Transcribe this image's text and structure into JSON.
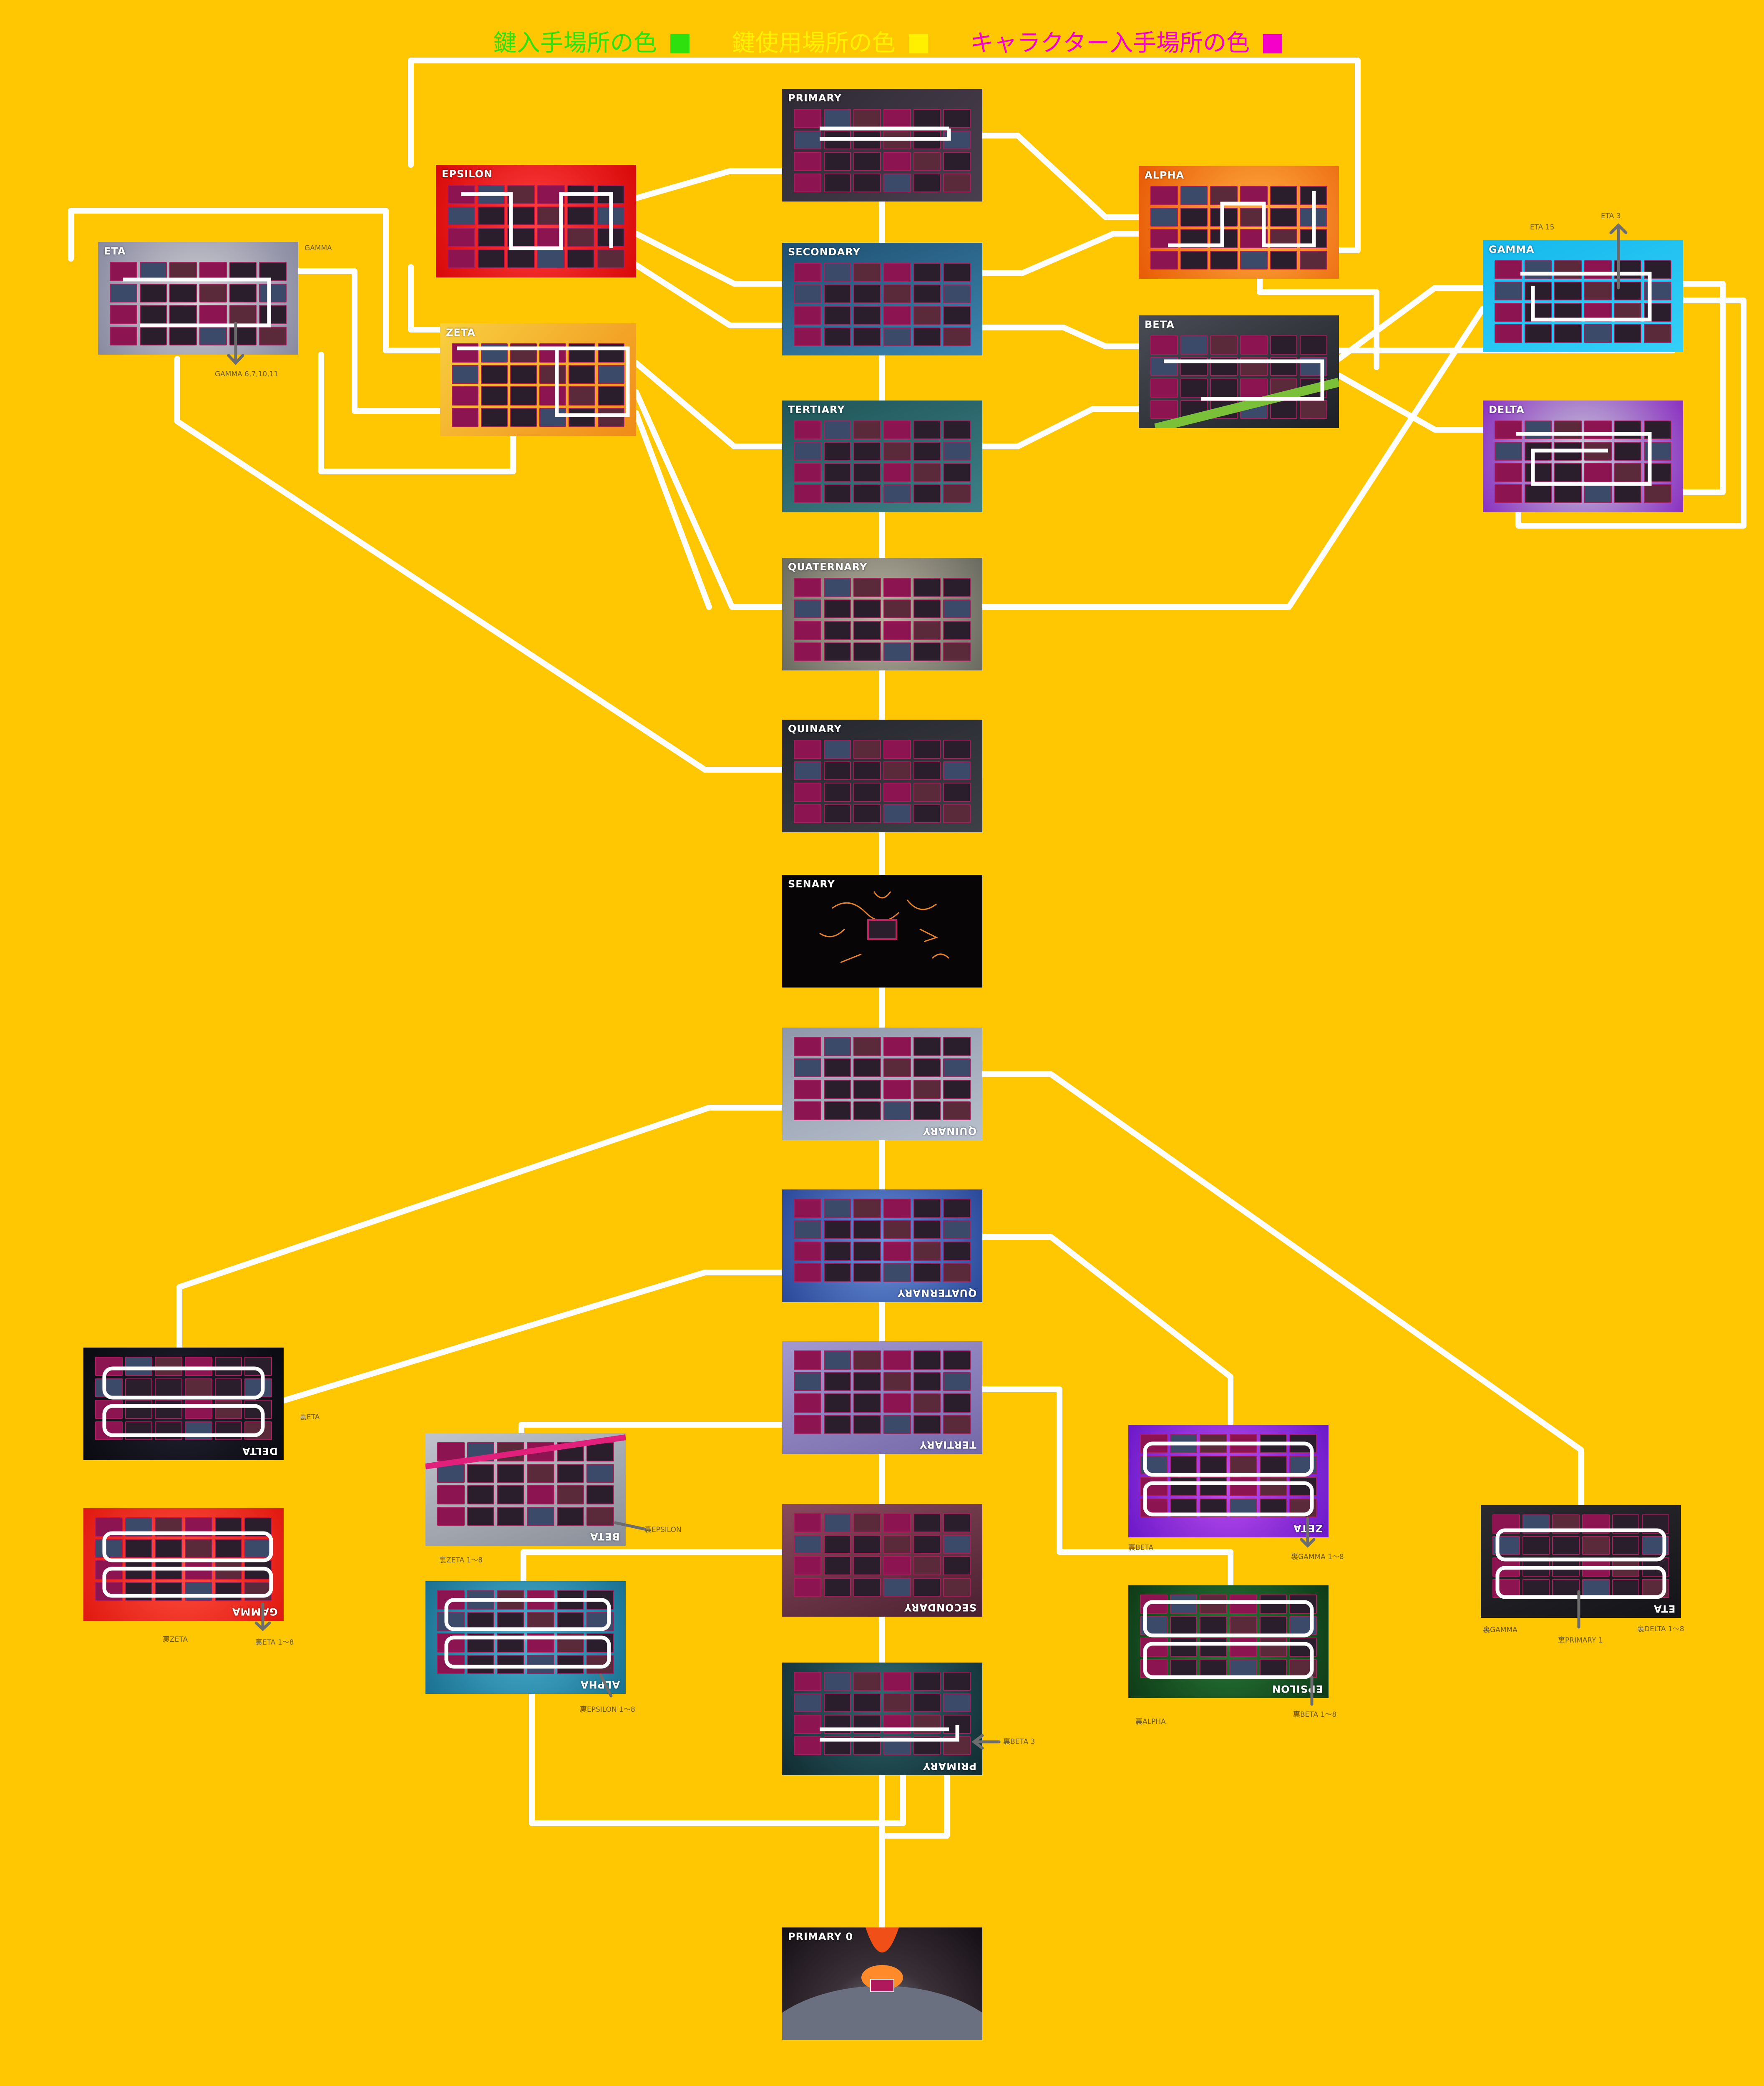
{
  "legend": {
    "key_get": "鍵入手場所の色",
    "key_use": "鍵使用場所の色",
    "char_get": "キャラクター入手場所の色",
    "colors": {
      "key_get": "#2DE00E",
      "key_use": "#FFF000",
      "char_get": "#F500C8"
    }
  },
  "upper": {
    "primary": "PRIMARY",
    "secondary": "SECONDARY",
    "tertiary": "TERTIARY",
    "quaternary": "QUATERNARY",
    "quinary": "QUINARY",
    "senary": "SENARY",
    "alpha": "ALPHA",
    "beta": "BETA",
    "gamma": "GAMMA",
    "delta": "DELTA",
    "epsilon": "EPSILON",
    "zeta": "ZETA",
    "eta": "ETA"
  },
  "lower": {
    "quinary": "QUINARY",
    "quaternary": "QUATERNARY",
    "tertiary": "TERTIARY",
    "secondary": "SECONDARY",
    "primary": "PRIMARY",
    "primary0": "PRIMARY 0",
    "delta": "DELTA",
    "gamma": "GAMMA",
    "beta": "BETA",
    "alpha": "ALPHA",
    "zeta": "ZETA",
    "epsilon": "EPSILON",
    "eta": "ETA"
  },
  "notes": {
    "eta_gamma": "GAMMA",
    "eta_gamma_nums": "GAMMA 6,7,10,11",
    "gamma_eta15": "ETA 15",
    "gamma_eta3": "ETA 3",
    "l_delta_ura_eta": "裏ETA",
    "l_gamma_ura_zeta": "裏ZETA",
    "l_gamma_ura_eta": "裏ETA 1〜8",
    "l_beta_ura_epsilon": "裏EPSILON",
    "l_beta_ura_zeta": "裏ZETA 1〜8",
    "l_alpha_ura_epsilon": "裏EPSILON 1〜8",
    "l_primary_ura_beta3": "裏BETA 3",
    "l_zeta_ura_beta": "裏BETA",
    "l_zeta_ura_gamma": "裏GAMMA 1〜8",
    "l_epsilon_ura_alpha": "裏ALPHA",
    "l_epsilon_ura_beta": "裏BETA 1〜8",
    "l_eta_ura_gamma": "裏GAMMA",
    "l_eta_ura_primary": "裏PRIMARY 1",
    "l_eta_ura_delta": "裏DELTA 1〜8"
  },
  "stage_colors": {
    "primary": "#3a3440",
    "secondary": "#2f6e96",
    "tertiary": "#2c6a6e",
    "quaternary": "#8a8a80",
    "quinary": "#2e2f38",
    "senary": "#0a0706",
    "alpha": "#f07a0a",
    "beta": "#2a2c34",
    "gamma": "#1fc3f0",
    "delta": "#9aa0b0",
    "epsilon": "#e01515",
    "zeta": "#f0c018",
    "eta": "#a0a2a8",
    "l_quinary": "#a0a8b8",
    "l_quaternary": "#3a5fb0",
    "l_tertiary": "#8a80b8",
    "l_secondary": "#6a3848",
    "l_primary": "#1d4048",
    "l_primary0": "#2a2428",
    "l_delta": "#1a1a22",
    "l_gamma": "#ee2a22",
    "l_beta": "#a8acb6",
    "l_alpha": "#2a8ab0",
    "l_zeta": "#8a22e0",
    "l_epsilon": "#154a20",
    "l_eta": "#1d1d22"
  },
  "connector_color": "#FFFFFF"
}
